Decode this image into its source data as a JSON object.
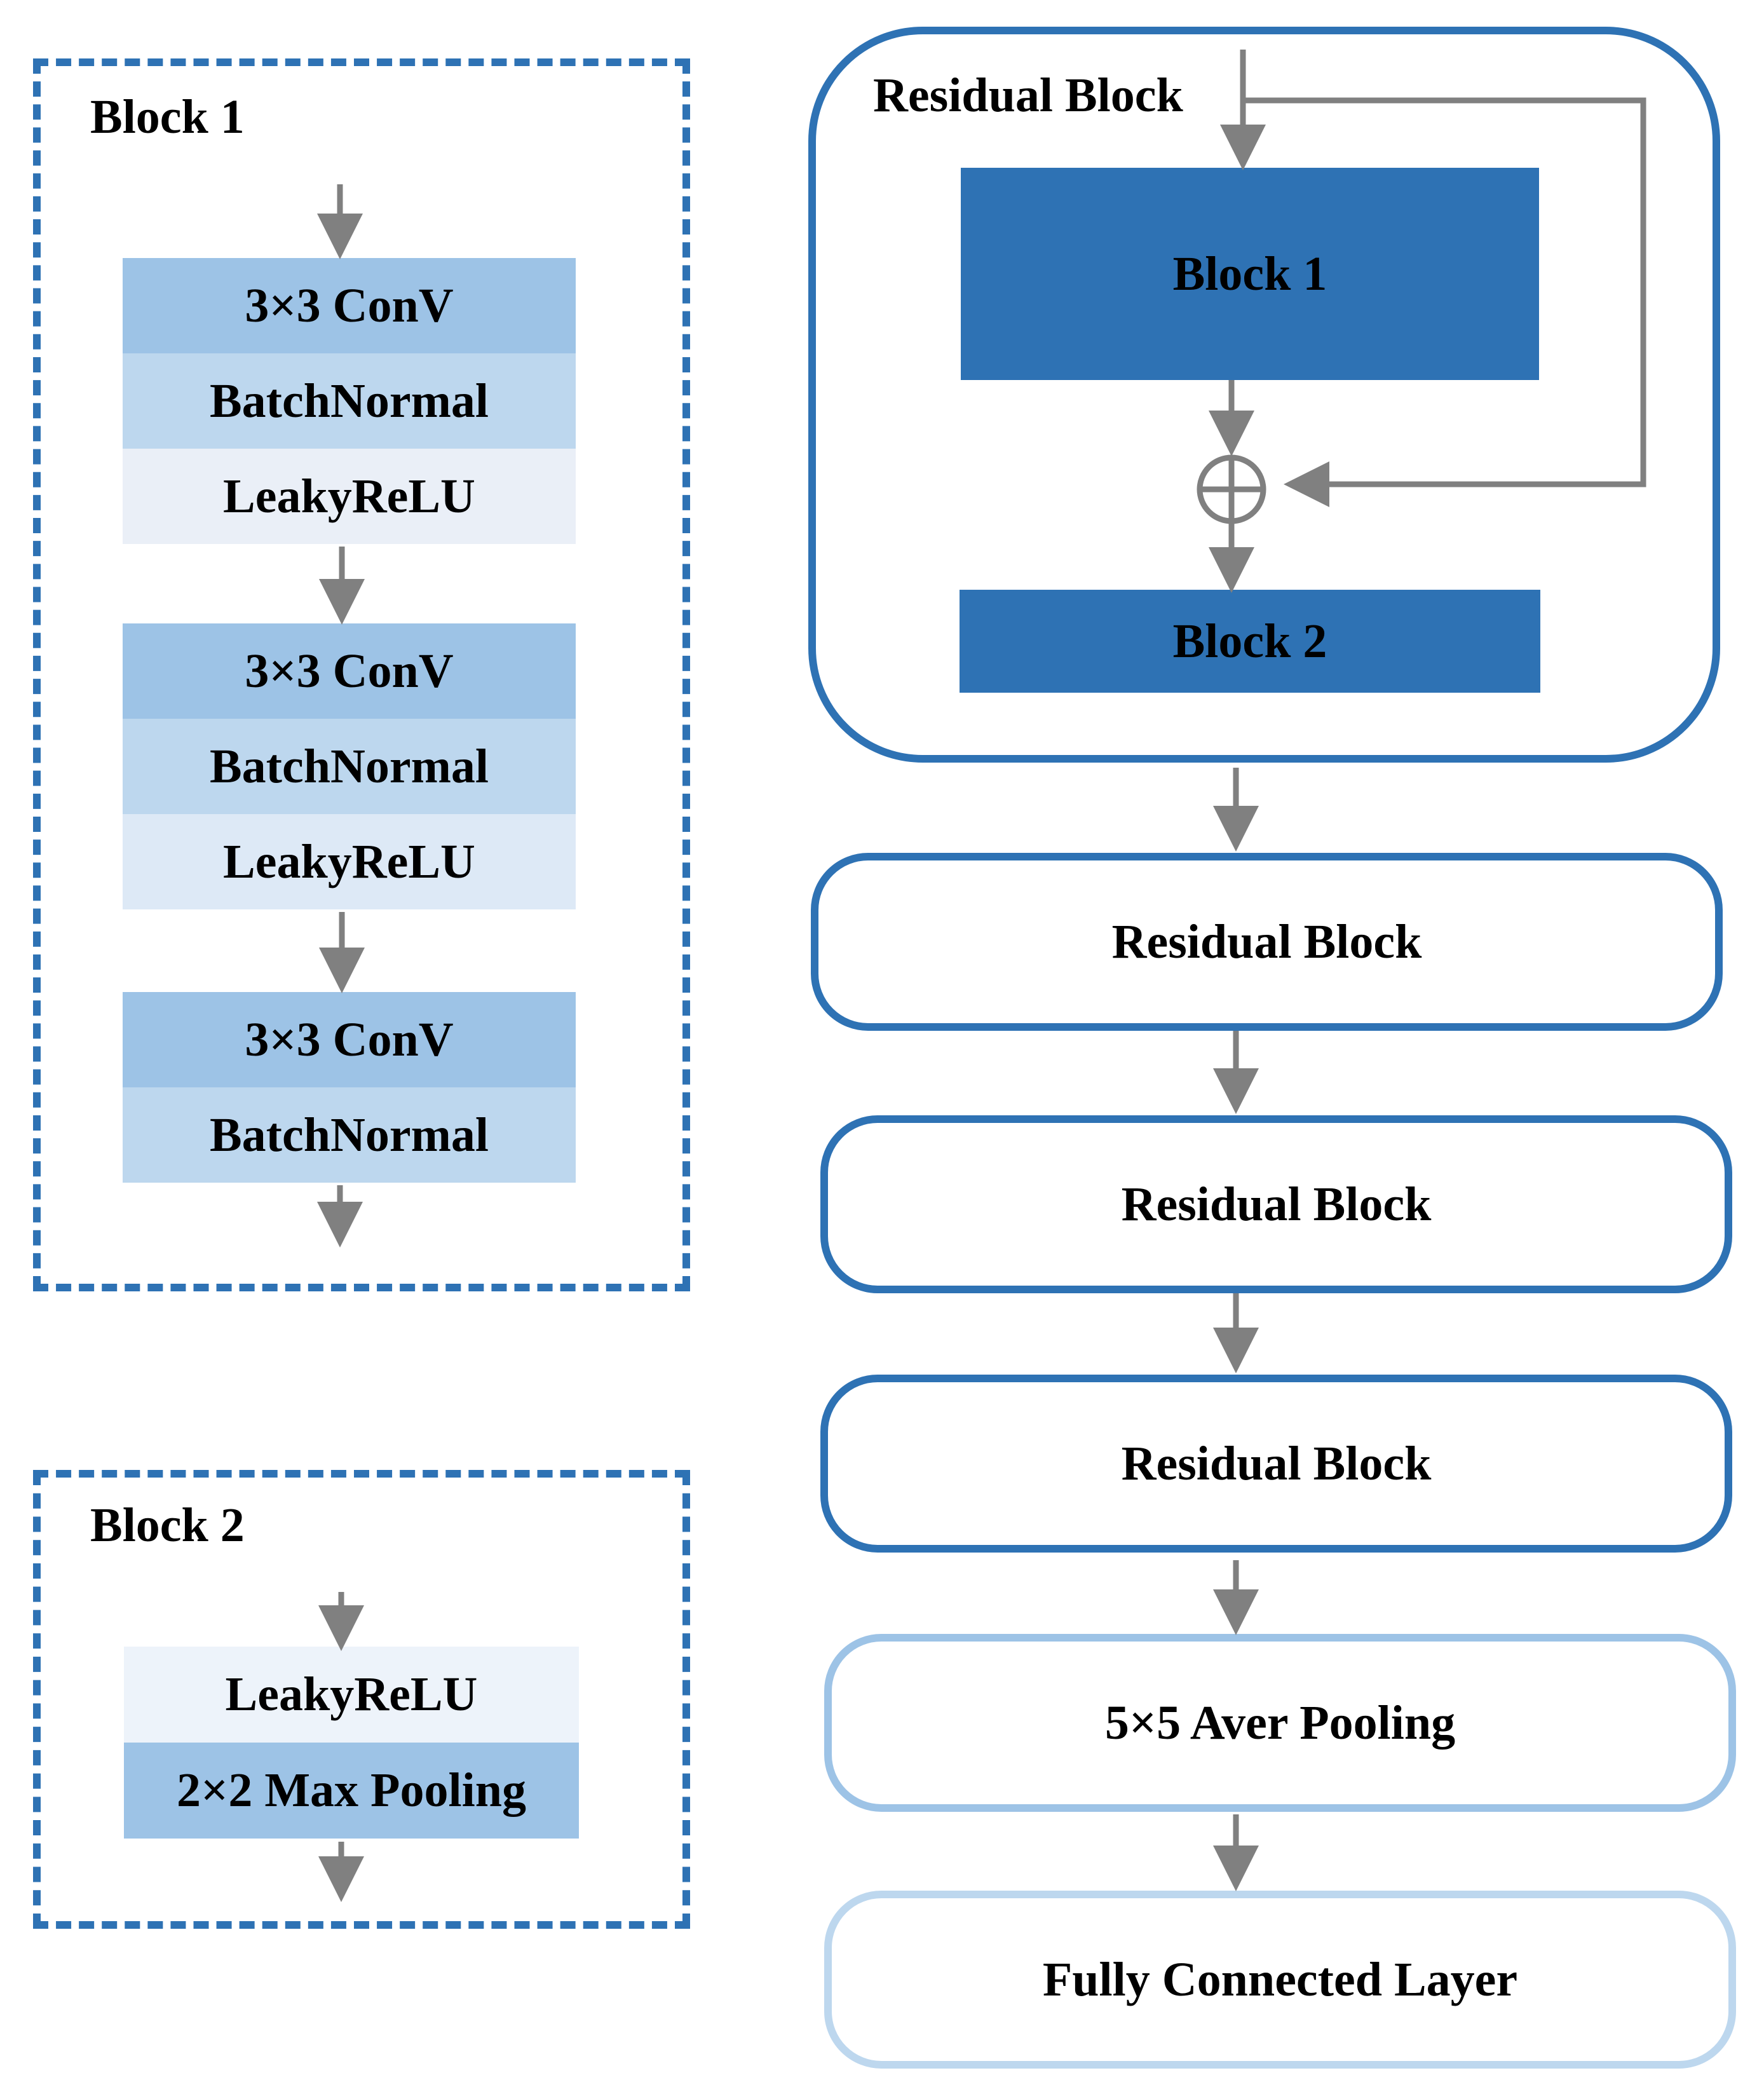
{
  "block1": {
    "title": "Block 1",
    "groups": [
      {
        "conv": "3×3 ConV",
        "bn": "BatchNormal",
        "act": "LeakyReLU"
      },
      {
        "conv": "3×3 ConV",
        "bn": "BatchNormal",
        "act": "LeakyReLU"
      },
      {
        "conv": "3×3 ConV",
        "bn": "BatchNormal"
      }
    ]
  },
  "block2": {
    "title": "Block 2",
    "act": "LeakyReLU",
    "pool": "2×2 Max Pooling"
  },
  "residual_detail": {
    "title": "Residual Block",
    "block1": "Block 1",
    "block2": "Block 2"
  },
  "pipeline": {
    "residual_1": "Residual Block",
    "residual_2": "Residual Block",
    "residual_3": "Residual Block",
    "avg_pool": "5×5 Aver Pooling",
    "fc": "Fully Connected Layer"
  },
  "colors": {
    "primary": "#2e72b4",
    "conv": "#9dc3e6",
    "batchnorm": "#bdd7ee",
    "activation": "#eaeff7",
    "arrow": "#808080"
  }
}
